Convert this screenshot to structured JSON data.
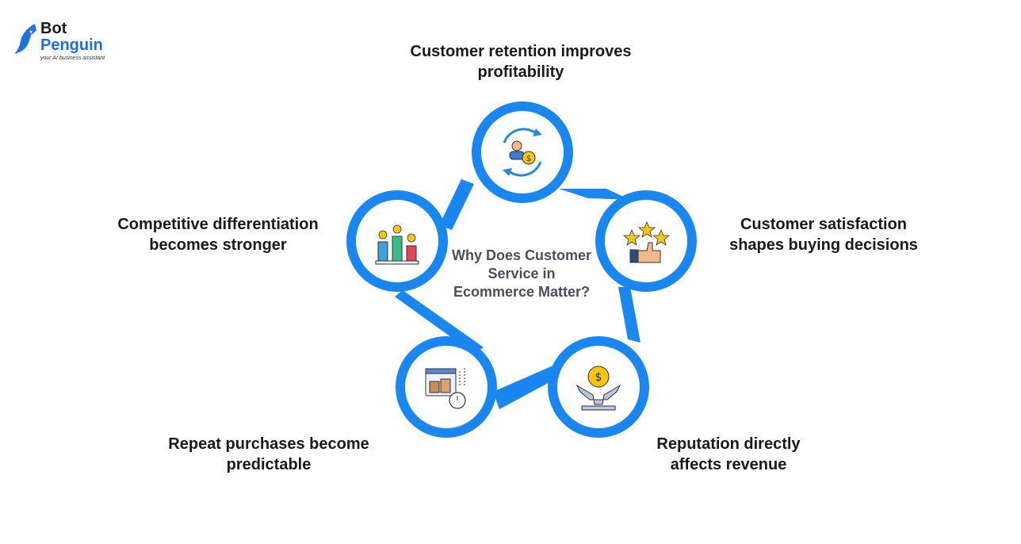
{
  "brand": {
    "name_line1": "Bot",
    "name_line2": "Penguin",
    "tagline": "your AI business assistant",
    "accent_color": "#1f6fe0"
  },
  "diagram": {
    "center_title": "Why Does Customer Service in Ecommerce Matter?",
    "ring_color": "#1a86f0",
    "nodes": [
      {
        "label": "Customer retention improves profitability",
        "icon": "retention-cycle-icon"
      },
      {
        "label": "Customer satisfaction shapes buying decisions",
        "icon": "stars-thumbs-up-icon"
      },
      {
        "label": "Reputation directly affects revenue",
        "icon": "coin-funnel-icon"
      },
      {
        "label": "Repeat purchases become predictable",
        "icon": "shopping-timer-icon"
      },
      {
        "label": "Competitive differentiation becomes stronger",
        "icon": "podium-stars-icon"
      }
    ]
  }
}
